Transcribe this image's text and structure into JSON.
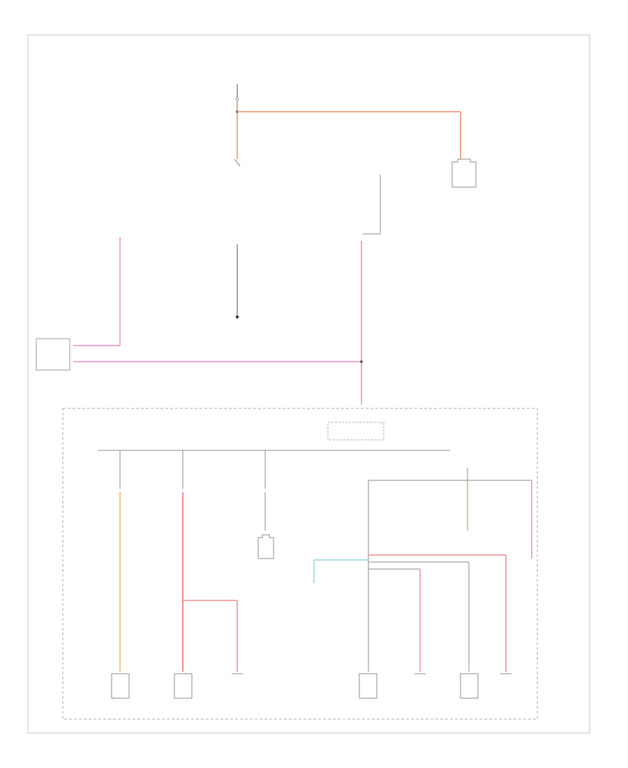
{
  "diagram": {
    "title": "",
    "footer_code": "",
    "labels": {
      "top_source": "",
      "hot_at_all_times": "",
      "ground_g": "",
      "left_rear_module": "",
      "body_control_module": "",
      "power_distribution_center": "",
      "junction_block": "",
      "fuse_box_label": "",
      "bottom_right_note": ""
    },
    "loads": [
      {
        "id": "load-1",
        "name": ""
      },
      {
        "id": "load-2",
        "name": ""
      },
      {
        "id": "load-3",
        "name": ""
      },
      {
        "id": "load-4",
        "name": ""
      },
      {
        "id": "load-5",
        "name": ""
      },
      {
        "id": "load-6",
        "name": ""
      },
      {
        "id": "load-7",
        "name": ""
      }
    ],
    "wire_colors": {
      "red_orange": "#f4a58a",
      "pink": "#f3a6cf",
      "orange": "#f9c58a",
      "salmon": "#f08a8a",
      "gray": "#9a9a9a",
      "yellow_green": "#c8d66a",
      "cyan": "#8fd6dc",
      "dark": "#555555"
    }
  }
}
